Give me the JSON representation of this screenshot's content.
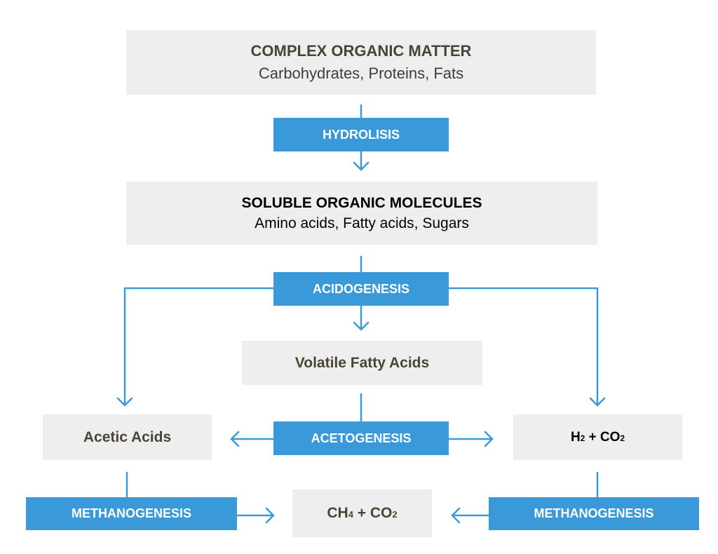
{
  "colors": {
    "process_fill": "#3a9ad9",
    "arrow": "#3a9ad9",
    "substance_fill": "#eeeeee",
    "title_dark": "#4a4533"
  },
  "boxes": {
    "complex_organic_matter": {
      "title": "COMPLEX ORGANIC MATTER",
      "subtitle": "Carbohydrates, Proteins, Fats"
    },
    "hydrolysis": {
      "label": "HYDROLISIS"
    },
    "soluble_organic_molecules": {
      "title": "SOLUBLE ORGANIC MOLECULES",
      "subtitle": "Amino acids, Fatty acids, Sugars"
    },
    "acidogenesis": {
      "label": "ACIDOGENESIS"
    },
    "volatile_fatty_acids": {
      "label": "Volatile Fatty Acids"
    },
    "acetic_acids": {
      "label": "Acetic Acids"
    },
    "acetogenesis": {
      "label": "ACETOGENESIS"
    },
    "hydrogen_co2": {
      "h": "H",
      "h_sub": "2",
      "plus_co": " + CO",
      "co_sub": "2"
    },
    "methanogenesis_left": {
      "label": "METHANOGENESIS"
    },
    "methane_co2": {
      "ch": "CH",
      "ch_sub": "4",
      "plus_co": " + CO",
      "co_sub": "2"
    },
    "methanogenesis_right": {
      "label": "METHANOGENESIS"
    }
  }
}
